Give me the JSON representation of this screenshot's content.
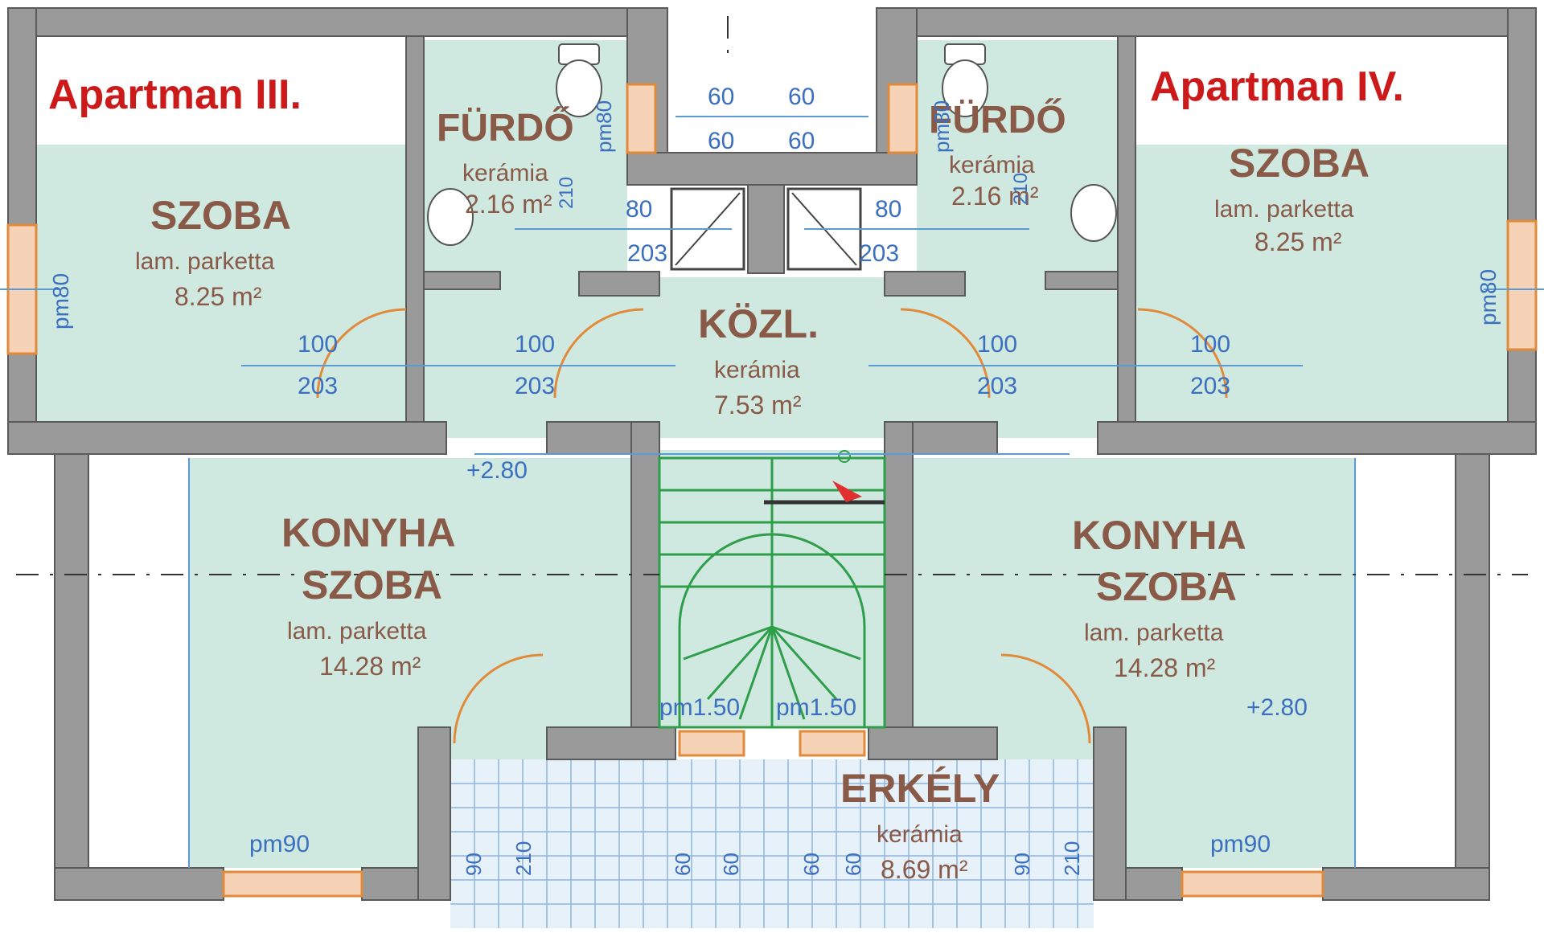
{
  "apartments": {
    "left_title": "Apartman III.",
    "right_title": "Apartman IV."
  },
  "rooms": {
    "bath_left": {
      "name": "FÜRDŐ",
      "floor": "kerámia",
      "area": "2.16 m²"
    },
    "bath_right": {
      "name": "FÜRDŐ",
      "floor": "kerámia",
      "area": "2.16 m²"
    },
    "bedroom_left": {
      "name": "SZOBA",
      "floor": "lam. parketta",
      "area": "8.25 m²"
    },
    "bedroom_right": {
      "name": "SZOBA",
      "floor": "lam. parketta",
      "area": "8.25 m²"
    },
    "hall": {
      "name": "KÖZL.",
      "floor": "kerámia",
      "area": "7.53 m²"
    },
    "kitchen_left": {
      "name1": "KONYHA",
      "name2": "SZOBA",
      "floor": "lam. parketta",
      "area": "14.28 m²"
    },
    "kitchen_right": {
      "name1": "KONYHA",
      "name2": "SZOBA",
      "floor": "lam. parketta",
      "area": "14.28 m²"
    },
    "balcony": {
      "name": "ERKÉLY",
      "floor": "kerámia",
      "area": "8.69 m²"
    }
  },
  "dimensions": {
    "d60": "60",
    "d80": "80",
    "d100": "100",
    "d203": "203",
    "d90": "90",
    "d210": "210",
    "pm80": "pm80",
    "pm90": "pm90",
    "pm150": "pm1.50",
    "level": "+2.80",
    "bath_v_80": "80",
    "bath_v_210": "210"
  }
}
